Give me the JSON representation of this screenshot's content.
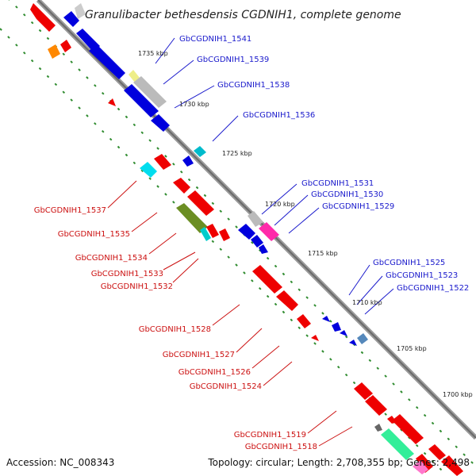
{
  "title": "Granulibacter bethesdensis CGDNIH1, complete genome",
  "accession": "Accession: NC_008343",
  "topology": "Topology: circular; Length: 2,708,355 bp; Genes: 2,498",
  "colors": {
    "forward_label": "#1a1acc",
    "reverse_label": "#cc1111",
    "backbone": "#888888",
    "tick": "#2e8b2e",
    "forward_gene": "#0000dd",
    "reverse_gene": "#ee0000"
  },
  "ticks": [
    {
      "label": "1735 kbp"
    },
    {
      "label": "1730 kbp"
    },
    {
      "label": "1725 kbp"
    },
    {
      "label": "1720 kbp"
    },
    {
      "label": "1715 kbp"
    },
    {
      "label": "1710 kbp"
    },
    {
      "label": "1705 kbp"
    },
    {
      "label": "1700 kbp"
    }
  ],
  "forward_labels": [
    {
      "text": "GbCGDNIH1_1541"
    },
    {
      "text": "GbCGDNIH1_1539"
    },
    {
      "text": "GbCGDNIH1_1538"
    },
    {
      "text": "GbCGDNIH1_1536"
    },
    {
      "text": "GbCGDNIH1_1531"
    },
    {
      "text": "GbCGDNIH1_1530"
    },
    {
      "text": "GbCGDNIH1_1529"
    },
    {
      "text": "GbCGDNIH1_1525"
    },
    {
      "text": "GbCGDNIH1_1523"
    },
    {
      "text": "GbCGDNIH1_1522"
    }
  ],
  "reverse_labels": [
    {
      "text": "GbCGDNIH1_1537"
    },
    {
      "text": "GbCGDNIH1_1535"
    },
    {
      "text": "GbCGDNIH1_1534"
    },
    {
      "text": "GbCGDNIH1_1533"
    },
    {
      "text": "GbCGDNIH1_1532"
    },
    {
      "text": "GbCGDNIH1_1528"
    },
    {
      "text": "GbCGDNIH1_1527"
    },
    {
      "text": "GbCGDNIH1_1526"
    },
    {
      "text": "GbCGDNIH1_1524"
    },
    {
      "text": "GbCGDNIH1_1519"
    },
    {
      "text": "GbCGDNIH1_1518"
    }
  ]
}
